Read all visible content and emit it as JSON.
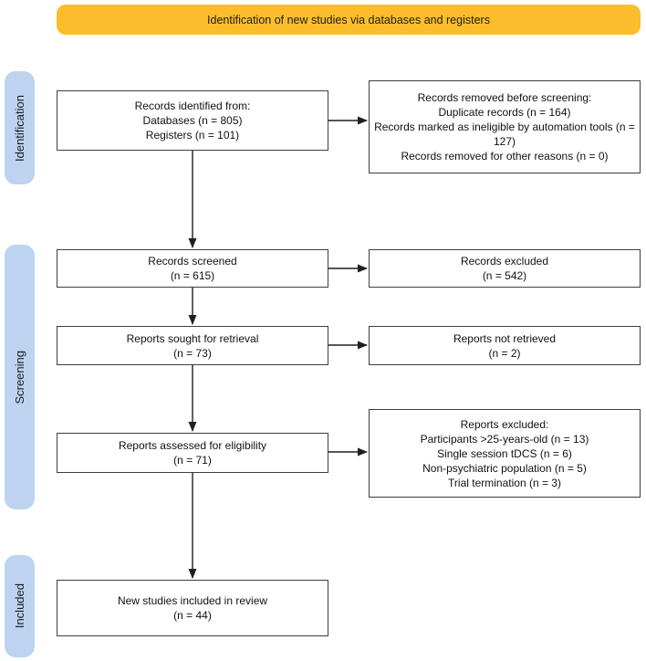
{
  "banner": {
    "label": "Identification of new studies via databases and registers"
  },
  "stages": [
    {
      "label": "Identification"
    },
    {
      "label": "Screening"
    },
    {
      "label": "Included"
    }
  ],
  "boxes": {
    "left": [
      {
        "lines": [
          "Records identified from:",
          "Databases (n = 805)",
          "Registers (n = 101)"
        ]
      },
      {
        "lines": [
          "Records screened",
          "(n = 615)"
        ]
      },
      {
        "lines": [
          "Reports sought for retrieval",
          "(n = 73)"
        ]
      },
      {
        "lines": [
          "Reports assessed for eligibility",
          "(n = 71)"
        ]
      },
      {
        "lines": [
          "New studies included in review",
          "(n = 44)"
        ]
      }
    ],
    "right": [
      {
        "lines": [
          "Records removed before screening:",
          "Duplicate records (n = 164)",
          "Records marked as ineligible by automation tools (n = 127)",
          "Records removed for other reasons (n = 0)"
        ]
      },
      {
        "lines": [
          "Records excluded",
          "(n = 542)"
        ]
      },
      {
        "lines": [
          "Reports not retrieved",
          "(n = 2)"
        ]
      },
      {
        "lines": [
          "Reports excluded:",
          "Participants >25-years-old (n = 13)",
          "Single session tDCS (n = 6)",
          "Non-psychiatric population (n = 5)",
          "Trial termination (n = 3)"
        ]
      }
    ]
  },
  "colors": {
    "banner_bg": "#FBBD2B",
    "stage_bg": "#BDD3F0",
    "box_border": "#3E3E3E",
    "arrow": "#1f1f1f"
  }
}
